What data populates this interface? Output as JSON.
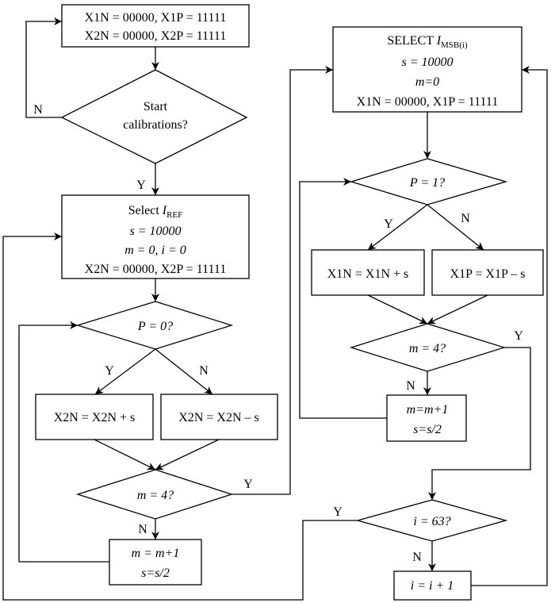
{
  "start_box": {
    "line1": "X1N = 00000, X1P = 11111",
    "line2": "X2N = 00000, X2P = 11111"
  },
  "start_decision": {
    "line1": "Start",
    "line2": "calibrations?",
    "yes": "Y",
    "no": "N"
  },
  "ref_box": {
    "select_word": "Select",
    "var": "I",
    "var_sub": "REF",
    "line2": "s = 10000",
    "line3": "m = 0, i = 0",
    "line4": "X2N = 00000, X2P = 11111"
  },
  "p0_decision": {
    "label": "P = 0?",
    "yes": "Y",
    "no": "N"
  },
  "x2n_plus": {
    "label": "X2N = X2N + s"
  },
  "x2n_minus": {
    "label": "X2N = X2N – s"
  },
  "m4_left": {
    "label": "m = 4?",
    "yes": "Y",
    "no": "N"
  },
  "update_left": {
    "line1": "m = m+1",
    "line2": "s=s/2"
  },
  "msb_box": {
    "select_word": "SELECT",
    "var": "I",
    "var_sub": "MSB(i)",
    "line2": "s = 10000",
    "line3": "m=0",
    "line4": "X1N = 00000, X1P = 11111"
  },
  "p1_decision": {
    "label": "P = 1?",
    "yes": "Y",
    "no": "N"
  },
  "x1n_plus": {
    "label": "X1N = X1N + s"
  },
  "x1p_minus": {
    "label": "X1P = X1P – s"
  },
  "m4_right": {
    "label": "m = 4?",
    "yes": "Y",
    "no": "N"
  },
  "update_right": {
    "line1": "m=m+1",
    "line2": "s=s/2"
  },
  "i63_decision": {
    "label": "i = 63?",
    "yes": "Y",
    "no": "N"
  },
  "incr_box": {
    "label": "i = i + 1"
  }
}
